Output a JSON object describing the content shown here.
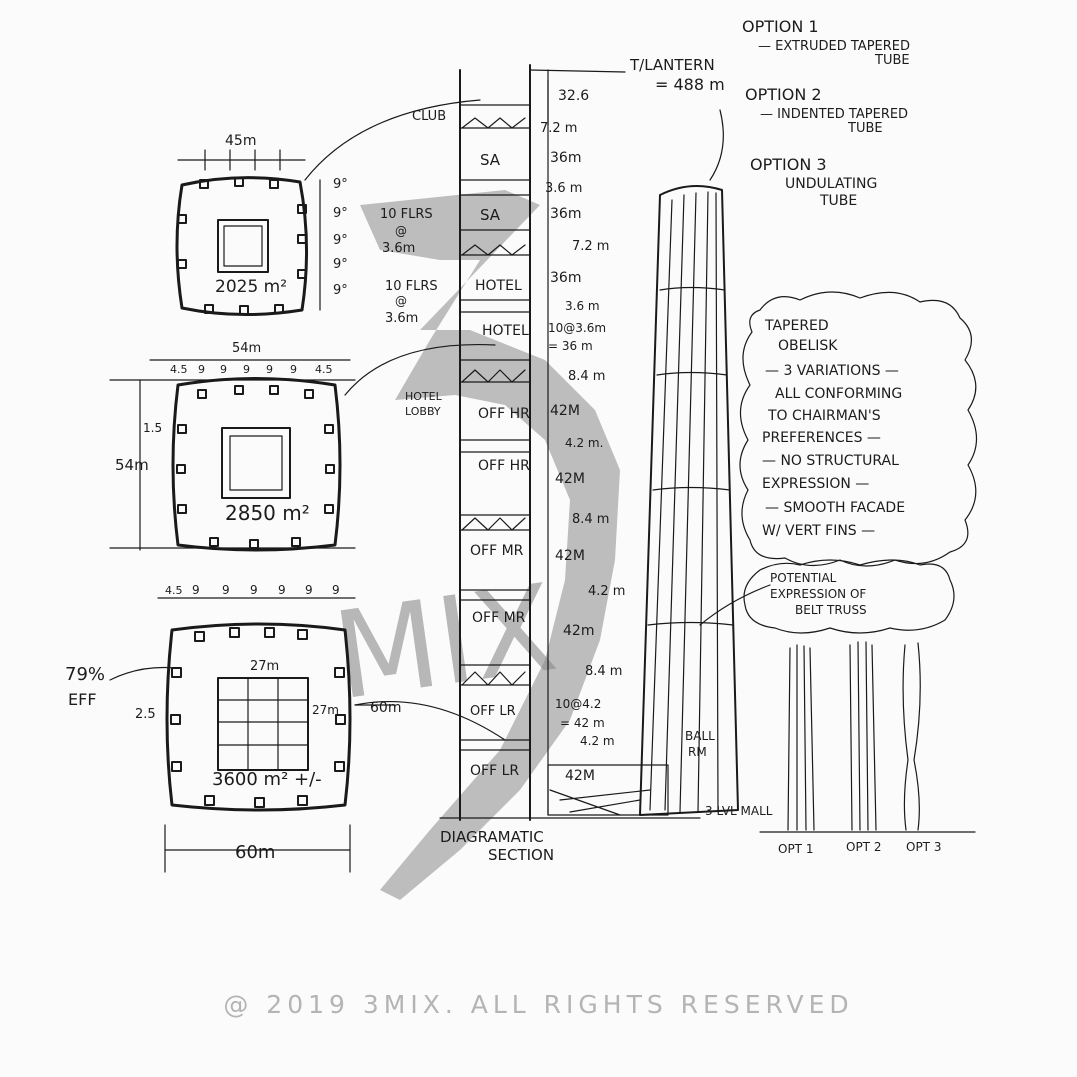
{
  "watermark": {
    "text": "MIX",
    "color": "#8a8a8a",
    "icon": "3mix-logo-icon"
  },
  "copyright": "@ 2019 3MIX. ALL RIGHTS RESERVED",
  "options": {
    "opt1": "OPTION 1",
    "opt1_desc": "— EXTRUDED TAPERED",
    "opt1_desc2": "TUBE",
    "opt2": "OPTION 2",
    "opt2_desc": "— INDENTED TAPERED",
    "opt2_desc2": "TUBE",
    "opt3": "OPTION 3",
    "opt3_desc": "UNDULATING",
    "opt3_desc2": "TUBE"
  },
  "cloud_note": [
    "TAPERED",
    "OBELISK",
    "— 3 VARIATIONS —",
    "ALL CONFORMING",
    "TO CHAIRMAN'S",
    "PREFERENCES —",
    "— NO STRUCTURAL",
    "EXPRESSION —",
    "— SMOOTH FACADE",
    "W/ VERT FINS —"
  ],
  "belt_note": [
    "POTENTIAL",
    "EXPRESSION OF",
    "BELT TRUSS"
  ],
  "top_label": [
    "T/LANTERN",
    "= 488 m"
  ],
  "plans": {
    "p1": {
      "width": "45m",
      "area": "2025 m²",
      "dims": [
        "9°",
        "9°",
        "9°",
        "9°",
        "9°"
      ]
    },
    "p2": {
      "width": "54m",
      "side": "54m",
      "edge": "1.5",
      "area": "2850 m²",
      "dims": [
        "4.5",
        "9",
        "9",
        "9",
        "9",
        "9",
        "4.5"
      ]
    },
    "p3": {
      "area": "3600 m² +/-",
      "inner_w": "27m",
      "inner_h": "27m",
      "side": "60m",
      "bottom": "60m",
      "eff": [
        "79%",
        "EFF"
      ],
      "edge": "2.5",
      "dims": [
        "4.5",
        "9",
        "9",
        "9",
        "9",
        "9",
        "9"
      ]
    }
  },
  "section": {
    "label": [
      "DIAGRAMATIC",
      "SECTION"
    ],
    "side_notes": {
      "club": "CLUB",
      "floors1": [
        "10 FLRS",
        "@",
        "3.6m"
      ],
      "floors2": [
        "10 FLRS",
        "@",
        "3.6m"
      ],
      "lobby": [
        "HOTEL",
        "LOBBY"
      ],
      "ball": [
        "BALL",
        "RM"
      ],
      "three_lvl": "3 LVL MALL"
    },
    "zones": [
      {
        "name": "SA",
        "height": "36m"
      },
      {
        "name": "SA",
        "height": "36m"
      },
      {
        "name": "HOTEL",
        "height": "36m"
      },
      {
        "name": "HOTEL",
        "height": "10@3.6m"
      },
      {
        "name": "OFF HR",
        "height": "42M"
      },
      {
        "name": "OFF HR",
        "height": "42M"
      },
      {
        "name": "OFF MR",
        "height": "42M"
      },
      {
        "name": "OFF MR",
        "height": "42m"
      },
      {
        "name": "OFF LR",
        "height": "10@4.2"
      },
      {
        "name": "OFF LR",
        "height": "42M"
      }
    ],
    "extras": {
      "top": "32.6",
      "t1": "7.2 m",
      "t2": "3.6 m",
      "t3": "7.2 m",
      "t4": "3.6 m",
      "t4b": "= 36 m",
      "t5": "8.4 m",
      "t6": "4.2 m.",
      "t7": "8.4 m",
      "t8": "4.2 m",
      "t9": "8.4 m",
      "t10": "= 42 m",
      "t11": "4.2 m"
    }
  },
  "opt_labels": [
    "OPT 1",
    "OPT 2",
    "OPT 3"
  ]
}
